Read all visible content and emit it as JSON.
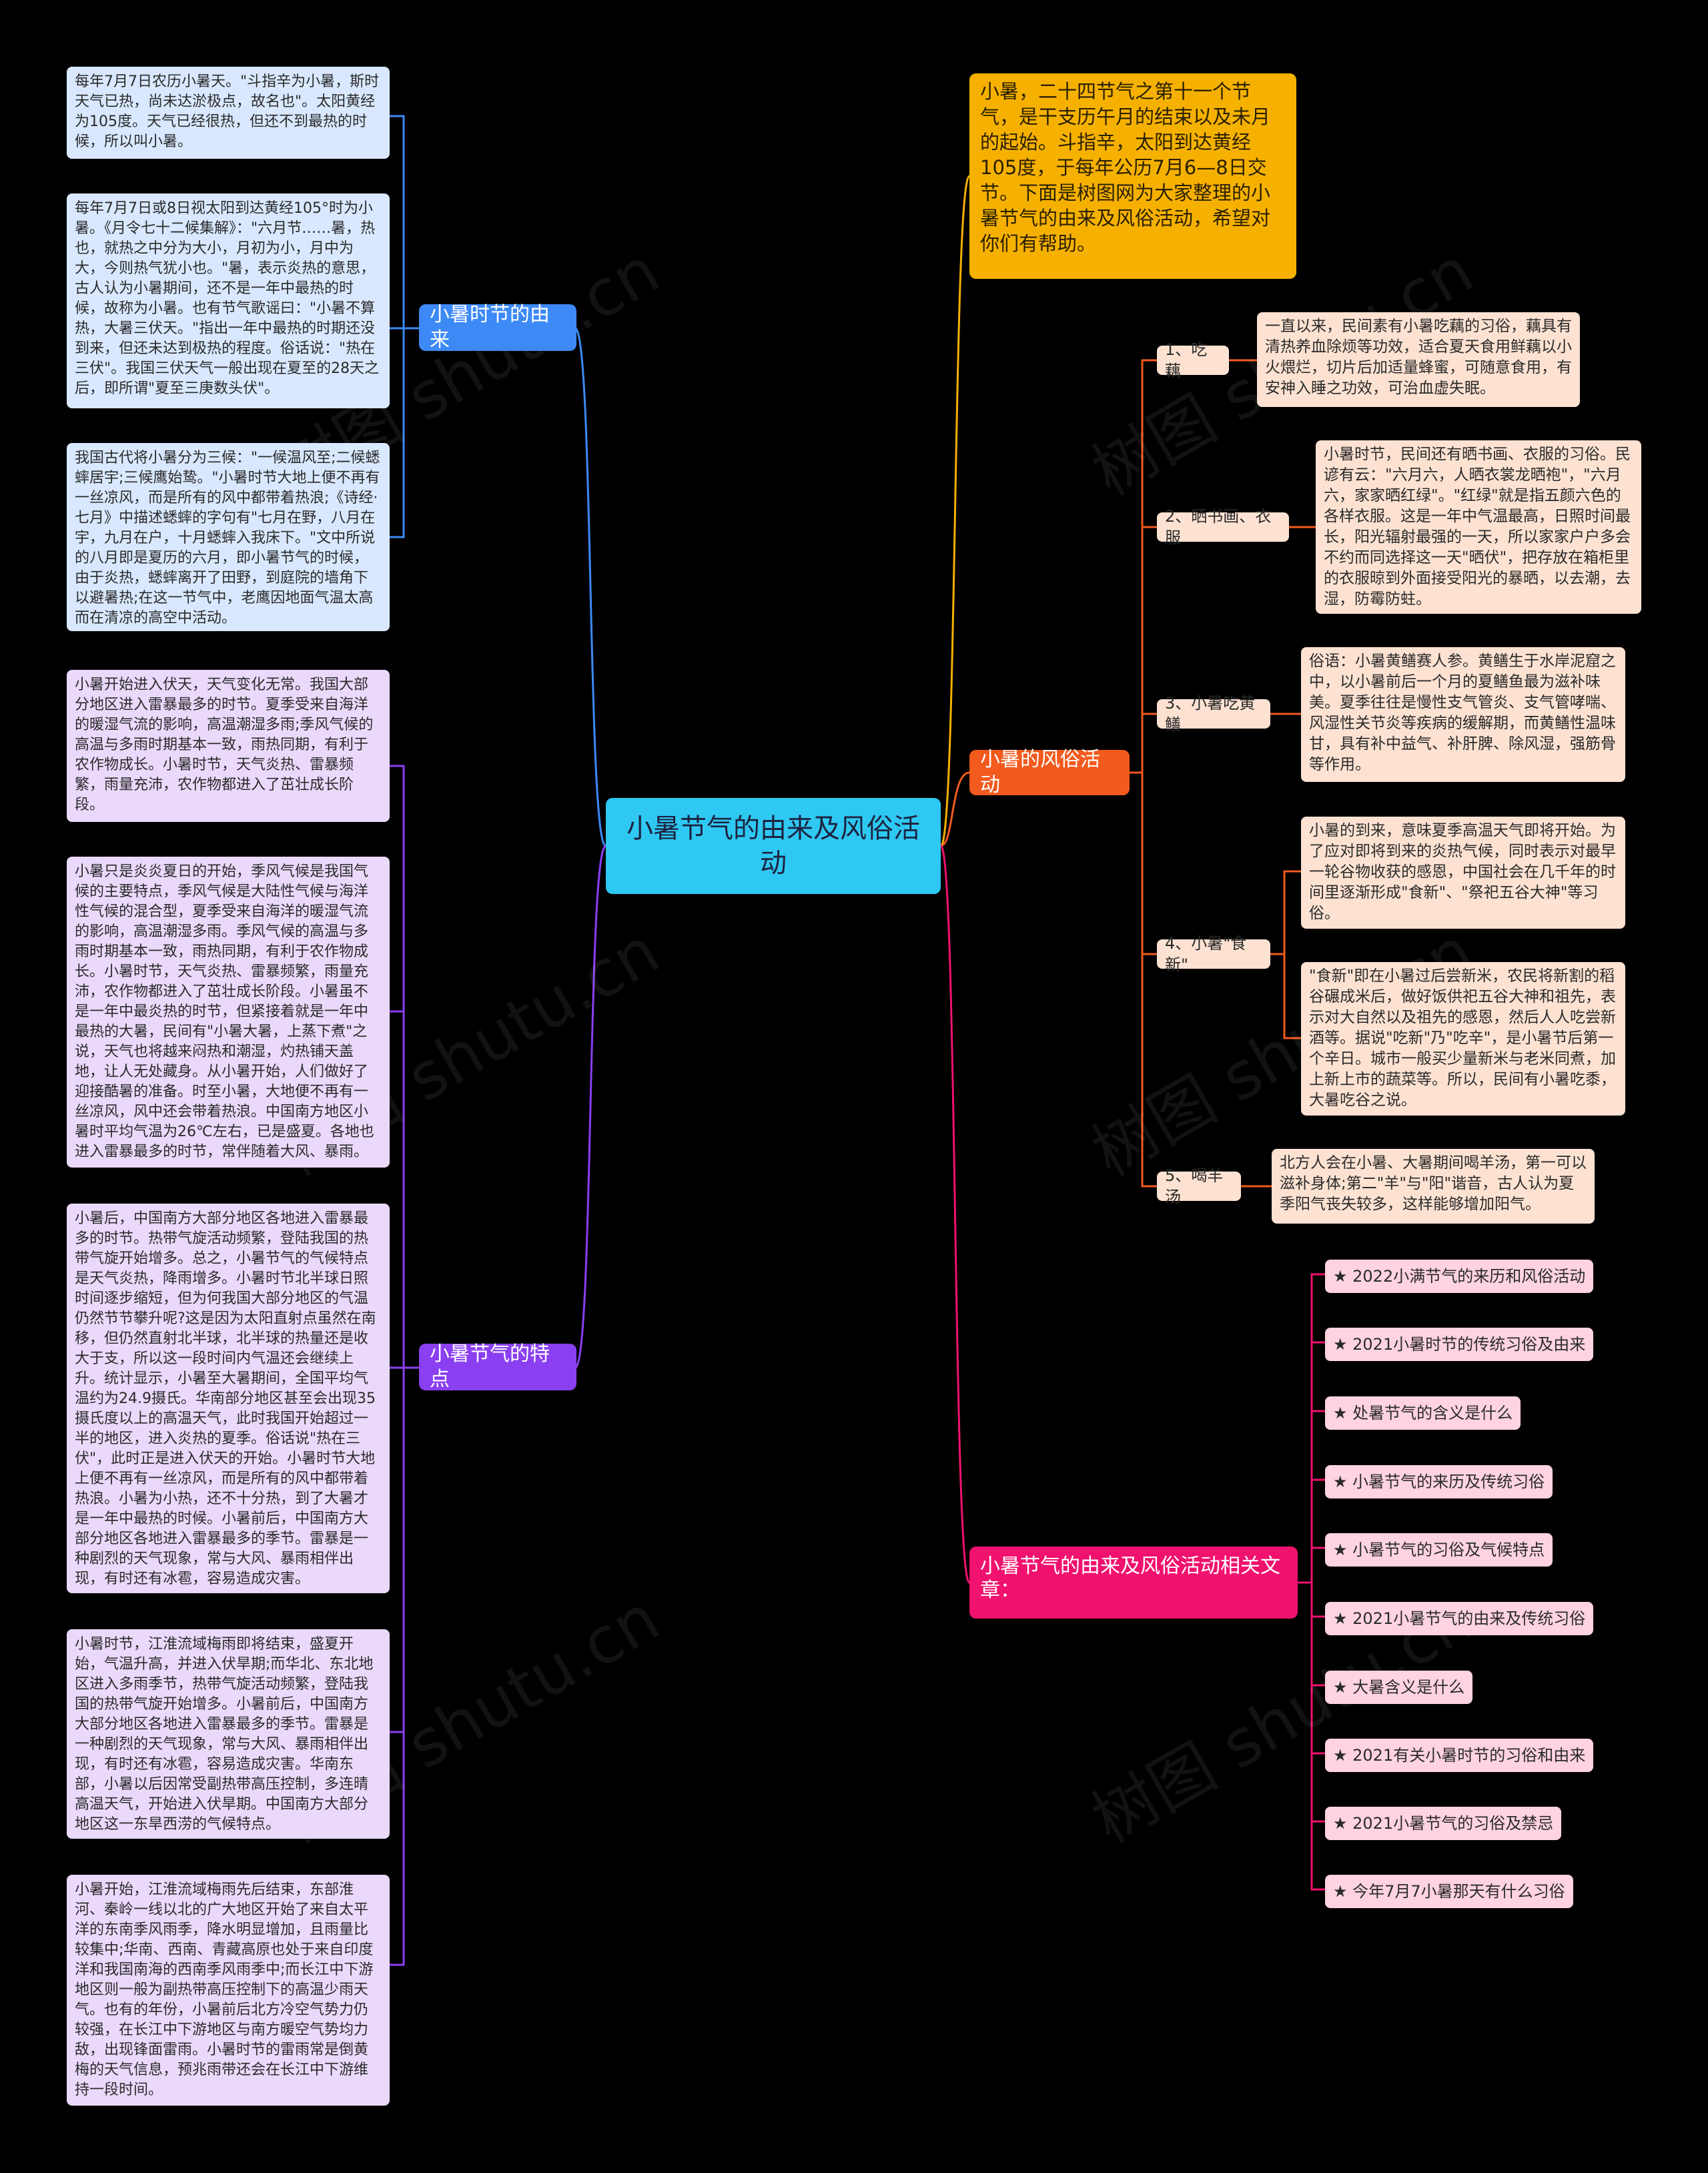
{
  "root": "小暑节气的由来及风俗活动",
  "intro": "小暑，二十四节气之第十一个节气，是干支历午月的结束以及未月的起始。斗指辛，太阳到达黄经105度，于每年公历7月6—8日交节。下面是树图网为大家整理的小暑节气的由来及风俗活动，希望对你们有帮助。",
  "left_branches": [
    {
      "label": "小暑时节的由来",
      "items": [
        "每年7月7日农历小暑天。\"斗指辛为小暑，斯时天气已热，尚未达淤极点，故名也\"。太阳黄经为105度。天气已经很热，但还不到最热的时候，所以叫小暑。",
        "每年7月7日或8日视太阳到达黄经105°时为小暑。《月令七十二候集解》：\"六月节……暑，热也，就热之中分为大小，月初为小，月中为大，今则热气犹小也。\"暑，表示炎热的意思，古人认为小暑期间，还不是一年中最热的时候，故称为小暑。也有节气歌谣曰：\"小暑不算热，大暑三伏天。\"指出一年中最热的时期还没到来，但还未达到极热的程度。俗话说：\"热在三伏\"。我国三伏天气一般出现在夏至的28天之后，即所谓\"夏至三庚数头伏\"。",
        "我国古代将小暑分为三候：\"一候温风至;二候蟋蟀居宇;三候鹰始鸷。\"小暑时节大地上便不再有一丝凉风，而是所有的风中都带着热浪;《诗经·七月》中描述蟋蟀的字句有\"七月在野，八月在宇，九月在户，十月蟋蟀入我床下。\"文中所说的八月即是夏历的六月，即小暑节气的时候，由于炎热，蟋蟀离开了田野，到庭院的墙角下以避暑热;在这一节气中，老鹰因地面气温太高而在清凉的高空中活动。"
      ]
    },
    {
      "label": "小暑节气的特点",
      "items": [
        "小暑开始进入伏天，天气变化无常。我国大部分地区进入雷暴最多的时节。夏季受来自海洋的暖湿气流的影响，高温潮湿多雨;季风气候的高温与多雨时期基本一致，雨热同期，有利于农作物成长。小暑时节，天气炎热、雷暴频繁，雨量充沛，农作物都进入了茁壮成长阶段。",
        "小暑只是炎炎夏日的开始，季风气候是我国气候的主要特点，季风气候是大陆性气候与海洋性气候的混合型，夏季受来自海洋的暖湿气流的影响，高温潮湿多雨。季风气候的高温与多雨时期基本一致，雨热同期，有利于农作物成长。小暑时节，天气炎热、雷暴频繁，雨量充沛，农作物都进入了茁壮成长阶段。小暑虽不是一年中最炎热的时节，但紧接着就是一年中最热的大暑，民间有\"小暑大暑，上蒸下煮\"之说，天气也将越来闷热和潮湿，灼热铺天盖地，让人无处藏身。从小暑开始，人们做好了迎接酷暑的准备。时至小暑，大地便不再有一丝凉风，风中还会带着热浪。中国南方地区小暑时平均气温为26℃左右，已是盛夏。各地也进入雷暴最多的时节，常伴随着大风、暴雨。",
        "小暑后，中国南方大部分地区各地进入雷暴最多的时节。热带气旋活动频繁，登陆我国的热带气旋开始增多。总之，小暑节气的气候特点是天气炎热，降雨增多。小暑时节北半球日照时间逐步缩短，但为何我国大部分地区的气温仍然节节攀升呢?这是因为太阳直射点虽然在南移，但仍然直射北半球，北半球的热量还是收大于支，所以这一段时间内气温还会继续上升。统计显示，小暑至大暑期间，全国平均气温约为24.9摄氏。华南部分地区甚至会出现35摄氏度以上的高温天气，此时我国开始超过一半的地区，进入炎热的夏季。俗话说\"热在三伏\"，此时正是进入伏天的开始。小暑时节大地上便不再有一丝凉风，而是所有的风中都带着热浪。小暑为小热，还不十分热，到了大暑才是一年中最热的时候。小暑前后，中国南方大部分地区各地进入雷暴最多的季节。雷暴是一种剧烈的天气现象，常与大风、暴雨相伴出现，有时还有冰雹，容易造成灾害。",
        "小暑时节，江淮流域梅雨即将结束，盛夏开始，气温升高，并进入伏旱期;而华北、东北地区进入多雨季节，热带气旋活动频繁，登陆我国的热带气旋开始增多。小暑前后，中国南方大部分地区各地进入雷暴最多的季节。雷暴是一种剧烈的天气现象，常与大风、暴雨相伴出现，有时还有冰雹，容易造成灾害。华南东部，小暑以后因常受副热带高压控制，多连晴高温天气，开始进入伏旱期。中国南方大部分地区这一东旱西涝的气候特点。",
        "小暑开始，江淮流域梅雨先后结束，东部淮河、秦岭一线以北的广大地区开始了来自太平洋的东南季风雨季，降水明显增加，且雨量比较集中;华南、西南、青藏高原也处于来自印度洋和我国南海的西南季风雨季中;而长江中下游地区则一般为副热带高压控制下的高温少雨天气。也有的年份，小暑前后北方冷空气势力仍较强，在长江中下游地区与南方暖空气势均力敌，出现锋面雷雨。小暑时节的雷雨常是倒黄梅的天气信息，预兆雨带还会在长江中下游维持一段时间。"
      ]
    }
  ],
  "customs": {
    "label": "小暑的风俗活动",
    "subs": [
      {
        "label": "1、吃藕",
        "leaves": [
          "一直以来，民间素有小暑吃藕的习俗，藕具有清热养血除烦等功效，适合夏天食用鲜藕以小火煨烂，切片后加适量蜂蜜，可随意食用，有安神入睡之功效，可治血虚失眠。"
        ]
      },
      {
        "label": "2、晒书画、衣服",
        "leaves": [
          "小暑时节，民间还有晒书画、衣服的习俗。民谚有云：\"六月六，人晒衣裳龙晒袍\"，\"六月六，家家晒红绿\"。\"红绿\"就是指五颜六色的各样衣服。这是一年中气温最高，日照时间最长，阳光辐射最强的一天，所以家家户户多会不约而同选择这一天\"晒伏\"，把存放在箱柜里的衣服晾到外面接受阳光的暴晒，以去潮，去湿，防霉防蛀。"
        ]
      },
      {
        "label": "3、小暑吃黄鳝",
        "leaves": [
          "俗语：小暑黄鳝赛人参。黄鳝生于水岸泥窟之中，以小暑前后一个月的夏鳝鱼最为滋补味美。夏季往往是慢性支气管炎、支气管哮喘、风湿性关节炎等疾病的缓解期，而黄鳝性温味甘，具有补中益气、补肝脾、除风湿，强筋骨等作用。"
        ]
      },
      {
        "label": "4、小暑\"食新\"",
        "leaves": [
          "小暑的到来，意味夏季高温天气即将开始。为了应对即将到来的炎热气候，同时表示对最早一轮谷物收获的感恩，中国社会在几千年的时间里逐渐形成\"食新\"、\"祭祀五谷大神\"等习俗。",
          "\"食新\"即在小暑过后尝新米，农民将新割的稻谷碾成米后，做好饭供祀五谷大神和祖先，表示对大自然以及祖先的感恩，然后人人吃尝新酒等。据说\"吃新\"乃\"吃辛\"，是小暑节后第一个辛日。城市一般买少量新米与老米同煮，加上新上市的蔬菜等。所以，民间有小暑吃黍，大暑吃谷之说。"
        ]
      },
      {
        "label": "5、喝羊汤",
        "leaves": [
          "北方人会在小暑、大暑期间喝羊汤，第一可以滋补身体;第二\"羊\"与\"阳\"谐音，古人认为夏季阳气丧失较多，这样能够增加阳气。"
        ]
      }
    ]
  },
  "related": {
    "label": "小暑节气的由来及风俗活动相关文章：",
    "items": [
      "★ 2022小满节气的来历和风俗活动",
      "★ 2021小暑时节的传统习俗及由来",
      "★ 处暑节气的含义是什么",
      "★ 小暑节气的来历及传统习俗",
      "★ 小暑节气的习俗及气候特点",
      "★ 2021小暑节气的由来及传统习俗",
      "★ 大暑含义是什么",
      "★ 2021有关小暑时节的习俗和由来",
      "★ 2021小暑节气的习俗及禁忌",
      "★ 今年7月7小暑那天有什么习俗"
    ]
  },
  "watermark": "树图 shutu.cn",
  "colors": {
    "root": "#2ec8f2",
    "intro": "#f6b100",
    "origin_branch": "#3d8af7",
    "feature_branch": "#8a3ff0",
    "customs_branch": "#f25a1e",
    "related_branch": "#f0126e",
    "leaf_peach": "#fde2d2",
    "leaf_pink": "#ffd3e0",
    "leaf_blue": "#d9e8ff",
    "leaf_purple": "#ead9fb"
  }
}
